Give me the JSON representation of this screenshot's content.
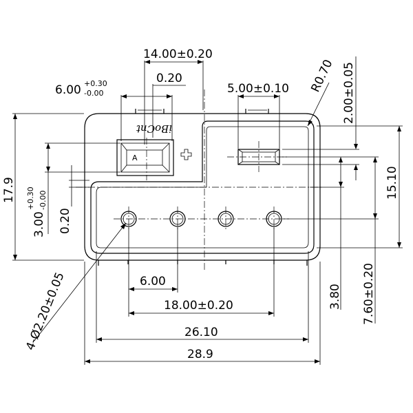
{
  "brand_logo": "iBoCnt",
  "symbols": {
    "plus": "+",
    "minus_marker": "A"
  },
  "dimensions": {
    "top_width": "14.00±0.20",
    "tolerance_gap": "0.20",
    "window_width_nominal": "6.00",
    "window_width_tol_upper": "+0.30",
    "window_width_tol_lower": "-0.00",
    "slot_width": "5.00±0.10",
    "corner_radius": "R0.70",
    "slot_depth": "2.00±0.05",
    "overall_height": "17.9",
    "window_height_nominal": "3.00",
    "window_height_tol_upper": "+0.30",
    "window_height_tol_lower": "-0.00",
    "left_gap": "0.20",
    "inner_height": "15.10",
    "hole_spec": "4-Ø2.20±0.05",
    "hole_pitch": "6.00",
    "hole_span": "18.00±0.20",
    "hole_offset": "3.80",
    "hole_height": "7.60±0.20",
    "inner_width": "26.10",
    "overall_width": "28.9"
  }
}
